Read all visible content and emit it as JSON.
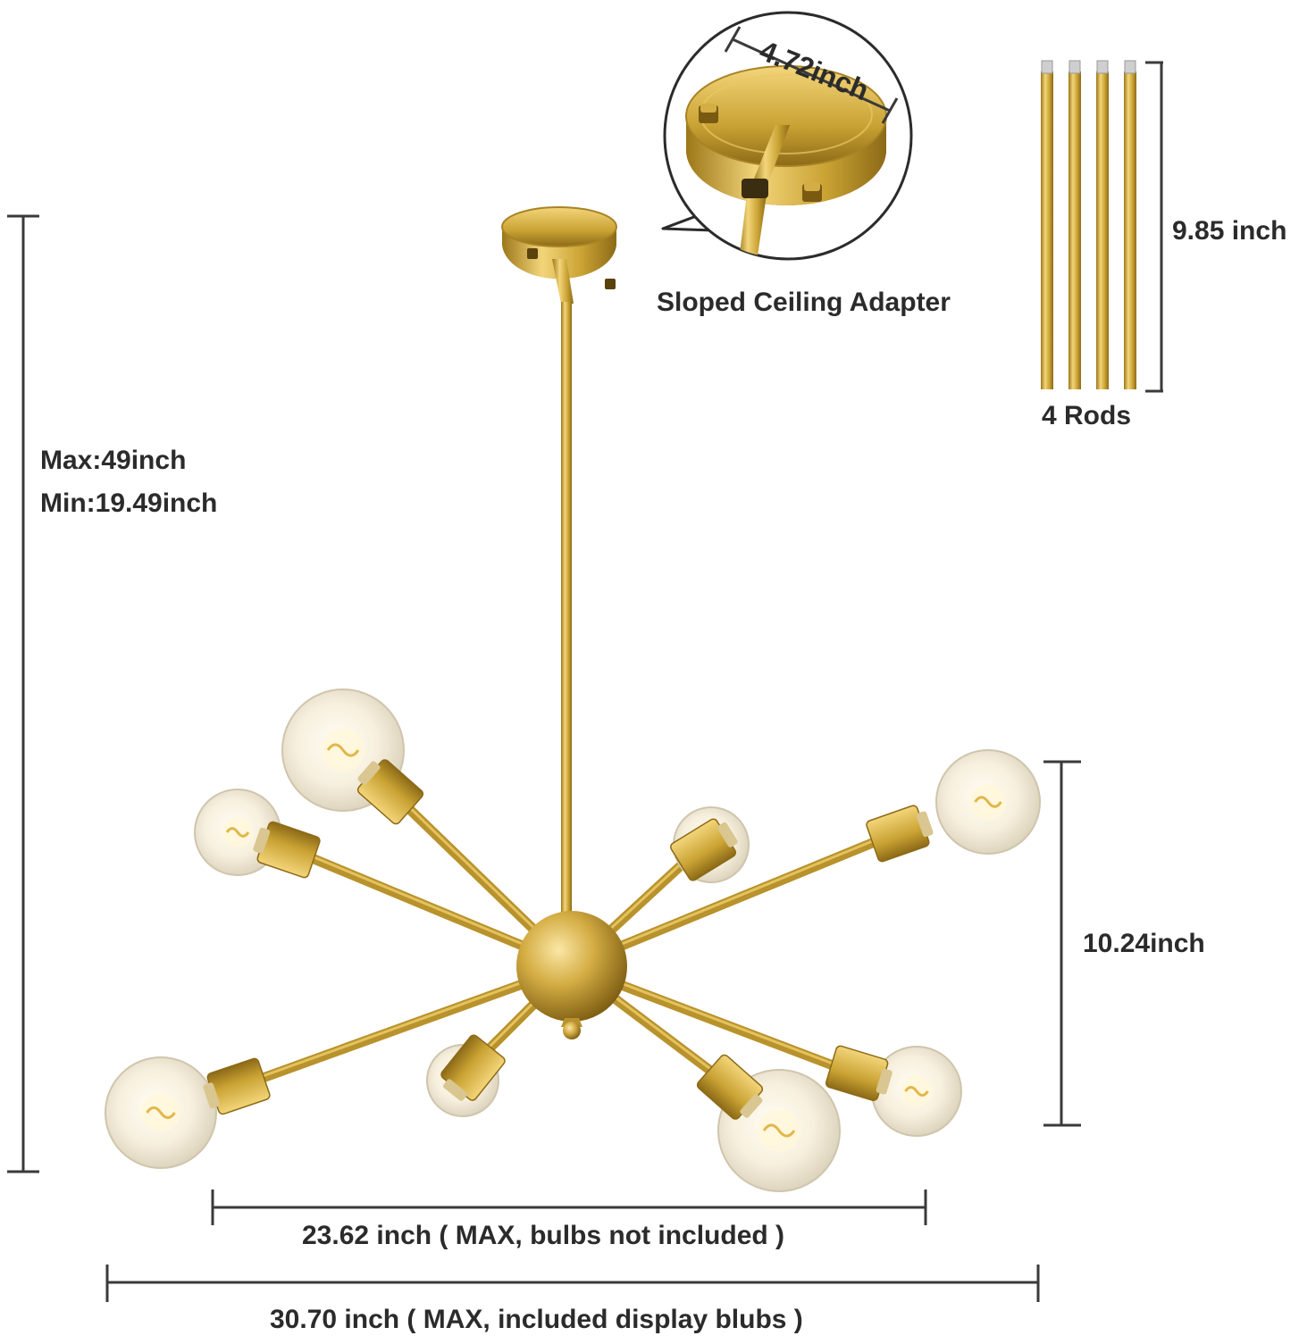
{
  "labels": {
    "adapter_diameter": "4.72inch",
    "adapter_caption": "Sloped Ceiling Adapter",
    "rod_length": "9.85 inch",
    "rods_caption": "4 Rods",
    "height_max": "Max:49inch",
    "height_min": "Min:19.49inch",
    "body_height": "10.24inch",
    "width_no_bulbs": "23.62 inch ( MAX, bulbs not included )",
    "width_with_bulbs": "30.70 inch ( MAX,  included display blubs  )"
  },
  "colors": {
    "brass_light": "#f0cf6a",
    "brass": "#c9a233",
    "brass_dark": "#8c6a17",
    "bulb": "#f4efe3",
    "bulb_glow": "#fff7dc",
    "dimension_line": "#3a3a3a",
    "text": "#2b2b2b"
  }
}
